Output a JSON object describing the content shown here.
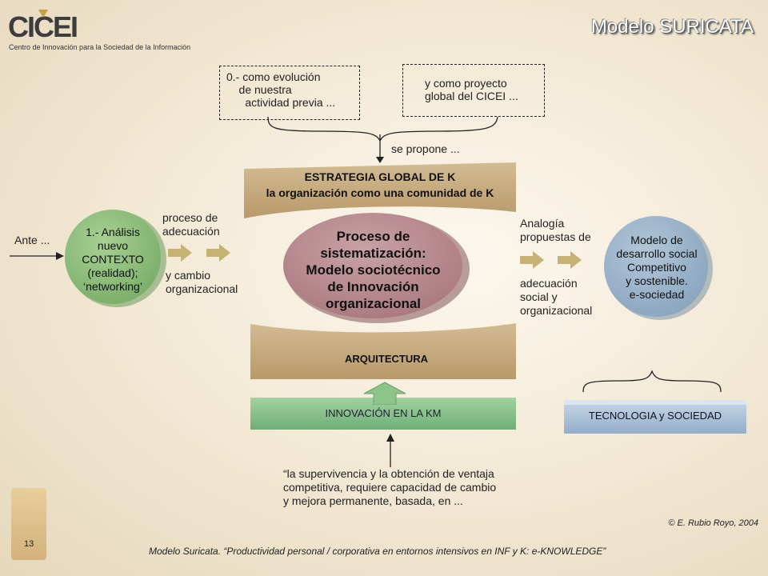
{
  "header": {
    "logo_text": "CICEI",
    "logo_subtitle": "Centro de Innovación para la Sociedad de la Información",
    "title": "Modelo SURICATA"
  },
  "dashed_left": "0.- como evolución\n    de nuestra\n      actividad previa ...",
  "dashed_right": "y como proyecto\nglobal del CICEI ...",
  "se_propone": "se propone ...",
  "estrategia": {
    "line1": "ESTRATEGIA GLOBAL DE K",
    "line2": "la organización como una comunidad de K"
  },
  "center_ellipse": "Proceso de\nsistematización:\nModelo sociotécnico\nde Innovación\norganizacional",
  "arquitectura": "ARQUITECTURA",
  "innovacion": "INNOVACIÓN EN LA KM",
  "ante": "Ante ...",
  "left_circle": "1.- Análisis\nnuevo\nCONTEXTO\n(realidad);\n‘networking’",
  "proceso_adecuacion": "proceso de\nadecuación",
  "cambio_organizacional": "y cambio\norganizacional",
  "analogia": "Analogía\npropuestas de",
  "adecuacion_social": "adecuación\nsocial y\norganizacional",
  "right_circle": "Modelo de\ndesarrollo social\nCompetitivo\ny sostenible.\ne-sociedad",
  "tecnologia": "TECNOLOGIA y SOCIEDAD",
  "quote": "“la supervivencia y la obtención de ventaja\ncompetitiva, requiere capacidad de cambio\ny mejora permanente, basada, en ...",
  "copyright": "© E. Rubio Royo, 2004",
  "page_number": "13",
  "footer": "Modelo Suricata. “Productividad personal / corporativa en entornos intensivos en INF y K: e-KNOWLEDGE”",
  "colors": {
    "band_tan": "#c4a77a",
    "ellipse_mauve": "#b98c92",
    "left_circle_green": "#8fbf7c",
    "right_circle_blue": "#9ab2c9",
    "innovacion_green": "#86c08a",
    "tecnologia_blue": "#a9bfd6",
    "arrow_tan": "#c7b276"
  }
}
